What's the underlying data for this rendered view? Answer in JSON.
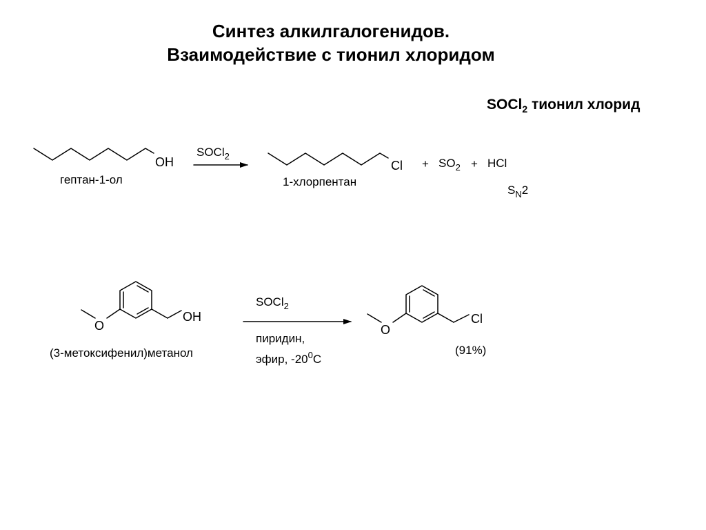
{
  "title": {
    "line1": "Синтез алкилгалогенидов.",
    "line2": "Взаимодействие с тионил хлоридом"
  },
  "reagent_definition": {
    "formula_main": "SOCl",
    "formula_sub": "2",
    "name": "тионил хлорид"
  },
  "reaction1": {
    "reactant_group": "OH",
    "reactant_name": "гептан-1-ол",
    "reagent_main": "SOCl",
    "reagent_sub": "2",
    "product_group": "Cl",
    "product_name": "1-хлорпентан",
    "plus1": "+",
    "byproduct1_main": "SO",
    "byproduct1_sub": "2",
    "plus2": "+",
    "byproduct2": "HCl",
    "mechanism_main": "S",
    "mechanism_sub": "N",
    "mechanism_tail": "2"
  },
  "reaction2": {
    "reactant_o": "O",
    "reactant_group": "OH",
    "reactant_name": "(3-метоксифенил)метанол",
    "reagent_main": "SOCl",
    "reagent_sub": "2",
    "condition_line1": "пиридин,",
    "condition_line2_prefix": "эфир, -20",
    "condition_line2_sup": "0",
    "condition_line2_suffix": "C",
    "product_o": "O",
    "product_group": "Cl",
    "yield": "(91%)"
  },
  "colors": {
    "ink": "#000000",
    "background": "#ffffff"
  }
}
